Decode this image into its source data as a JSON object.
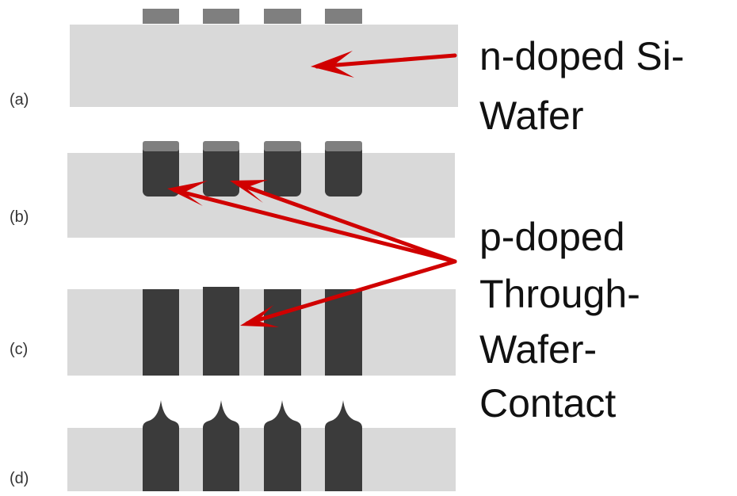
{
  "steps": [
    "(a)",
    "(b)",
    "(c)",
    "(d)"
  ],
  "labels": {
    "n_doped": [
      "n-doped Si-",
      "Wafer"
    ],
    "p_doped": [
      "p-doped",
      "Through-",
      "Wafer-",
      "Contact"
    ]
  },
  "colors": {
    "wafer": "#d9d9d9",
    "mask": "#7f7f7f",
    "p_doped": "#3b3b3b",
    "arrow": "#d00000"
  }
}
